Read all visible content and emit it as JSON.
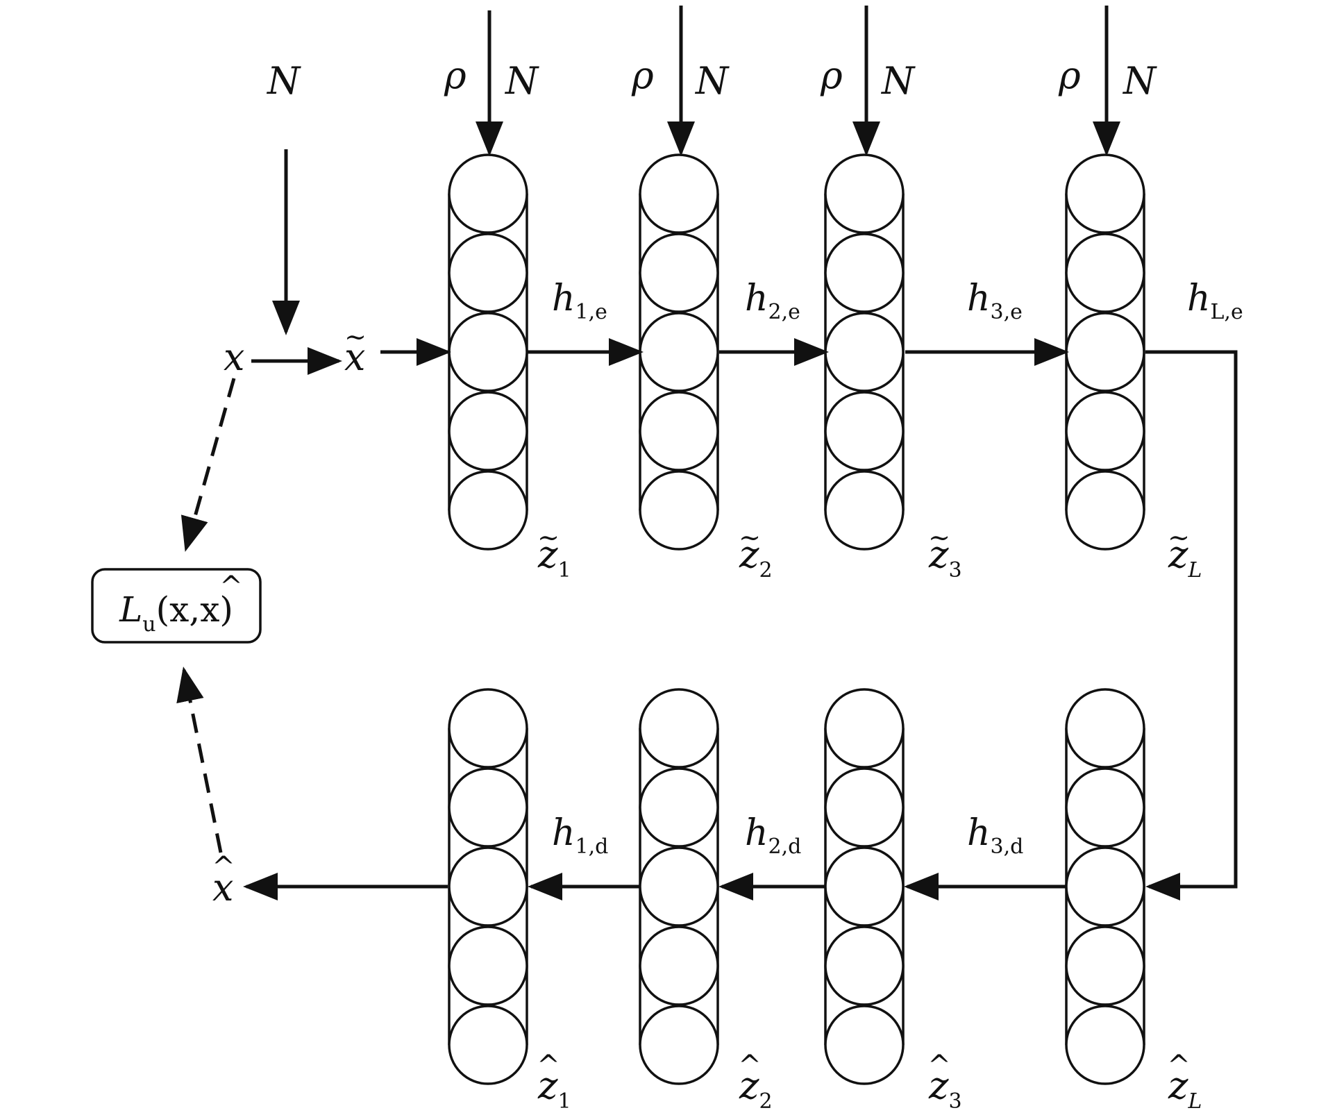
{
  "noise_symbol": "N",
  "rho_symbol": "ρ",
  "input": {
    "x": "x",
    "x_tilde": "x",
    "x_hat": "x"
  },
  "loss": {
    "L": "L",
    "sub": "u",
    "args": "(x,x)",
    "a1": "x",
    "a2": "x"
  },
  "encoder": {
    "edges": [
      {
        "h": "h",
        "sub": "1,e"
      },
      {
        "h": "h",
        "sub": "2,e"
      },
      {
        "h": "h",
        "sub": "3,e"
      },
      {
        "h": "h",
        "sub": "L,e"
      }
    ],
    "layers": [
      {
        "z": "z",
        "sub": "1"
      },
      {
        "z": "z",
        "sub": "2"
      },
      {
        "z": "z",
        "sub": "3"
      },
      {
        "z": "z",
        "sub": "L"
      }
    ]
  },
  "decoder": {
    "edges": [
      {
        "h": "h",
        "sub": "1,d"
      },
      {
        "h": "h",
        "sub": "2,d"
      },
      {
        "h": "h",
        "sub": "3,d"
      }
    ],
    "layers": [
      {
        "z": "z",
        "sub": "1"
      },
      {
        "z": "z",
        "sub": "2"
      },
      {
        "z": "z",
        "sub": "3"
      },
      {
        "z": "z",
        "sub": "L"
      }
    ]
  },
  "neurons_per_layer": 5
}
